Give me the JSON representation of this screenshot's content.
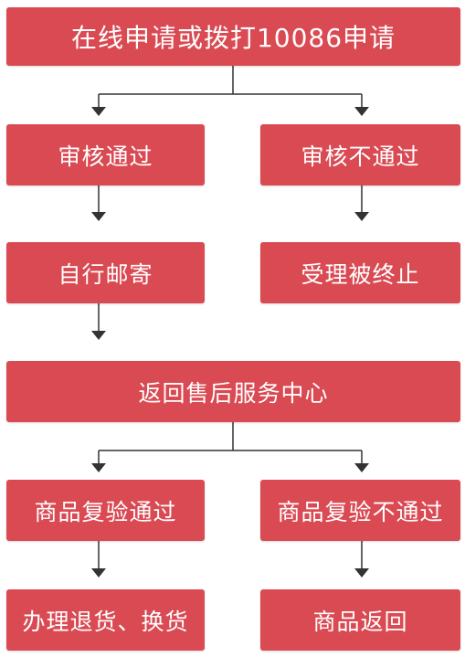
{
  "colors": {
    "box_fill": "#d94a53",
    "box_text": "#ffffff",
    "connector": "#333333"
  },
  "flow": {
    "apply": "在线申请或拨打10086申请",
    "approved": "审核通过",
    "rejected": "审核不通过",
    "mail": "自行邮寄",
    "terminated": "受理被终止",
    "service_center": "返回售后服务中心",
    "inspect_pass": "商品复验通过",
    "inspect_fail": "商品复验不通过",
    "handle_return": "办理退货、换货",
    "goods_returned": "商品返回"
  }
}
